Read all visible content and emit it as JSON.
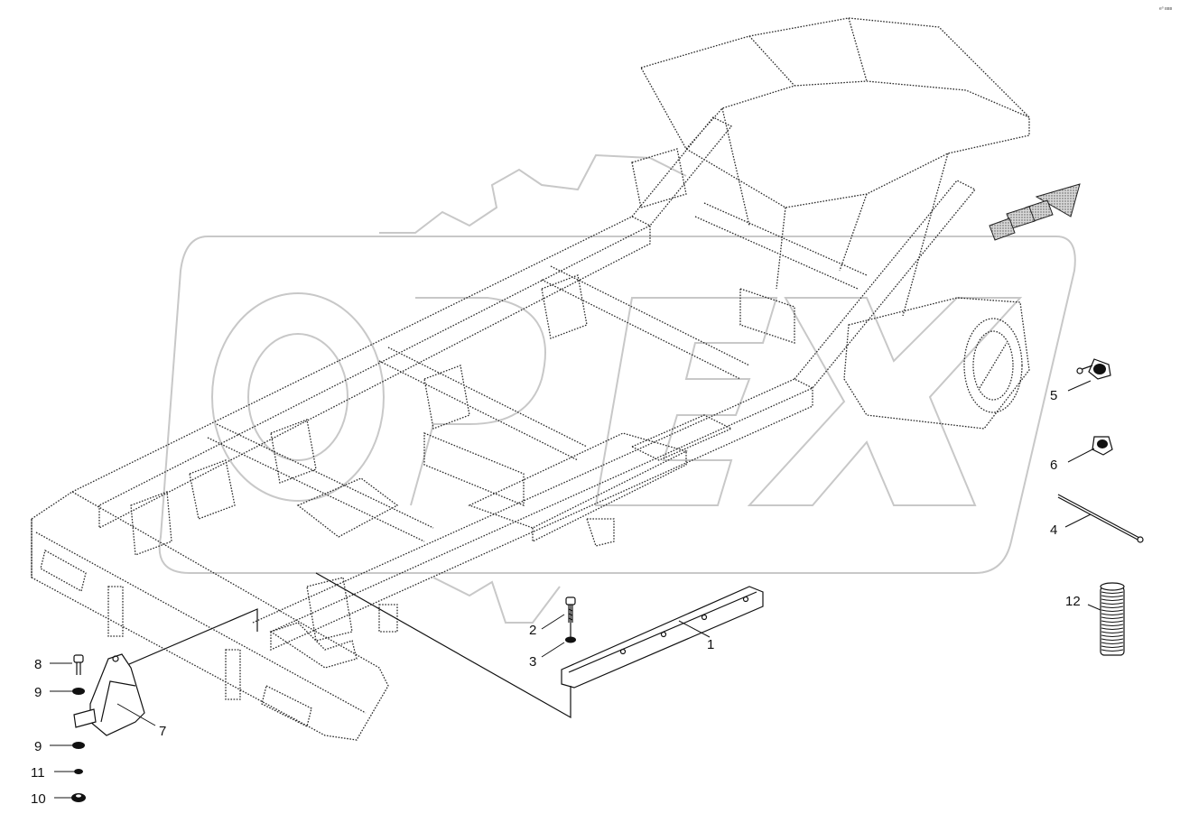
{
  "corner_code": "e⁰ ʙʙʙ",
  "callouts": [
    {
      "id": "c1",
      "text": "1"
    },
    {
      "id": "c2",
      "text": "2"
    },
    {
      "id": "c3",
      "text": "3"
    },
    {
      "id": "c4",
      "text": "4"
    },
    {
      "id": "c5",
      "text": "5"
    },
    {
      "id": "c6",
      "text": "6"
    },
    {
      "id": "c7",
      "text": "7"
    },
    {
      "id": "c8",
      "text": "8"
    },
    {
      "id": "c9a",
      "text": "9"
    },
    {
      "id": "c9b",
      "text": "9"
    },
    {
      "id": "c10",
      "text": "10"
    },
    {
      "id": "c11",
      "text": "11"
    },
    {
      "id": "c12",
      "text": "12"
    }
  ],
  "colors": {
    "line": "#111111",
    "watermark": "#c8c8c8",
    "arrow_fill": "#9a9a9a"
  }
}
